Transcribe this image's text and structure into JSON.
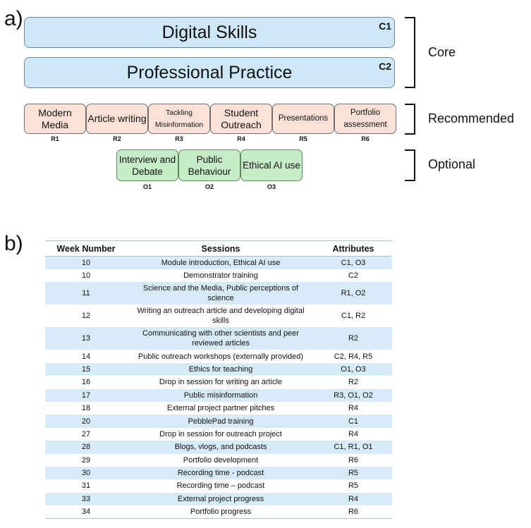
{
  "panel_a": {
    "label": "a)",
    "core": [
      {
        "title": "Digital Skills",
        "code": "C1"
      },
      {
        "title": "Professional Practice",
        "code": "C2"
      }
    ],
    "recommended": [
      {
        "title": "Modern Media",
        "code": "R1"
      },
      {
        "title": "Article writing",
        "code": "R2"
      },
      {
        "title": "Tackling Misinformation",
        "code": "R3"
      },
      {
        "title": "Student Outreach",
        "code": "R4"
      },
      {
        "title": "Presentations",
        "code": "R5"
      },
      {
        "title": "Portfolio assessment",
        "code": "R6"
      }
    ],
    "optional": [
      {
        "title": "Interview and Debate",
        "code": "O1"
      },
      {
        "title": "Public Behaviour",
        "code": "O2"
      },
      {
        "title": "Ethical AI use",
        "code": "O3"
      }
    ],
    "groups": {
      "core": "Core",
      "recommended": "Recommended",
      "optional": "Optional"
    },
    "colors": {
      "core": "#cfe8f7",
      "recommended": "#fbe1d6",
      "optional": "#c5ecc6"
    }
  },
  "panel_b": {
    "label": "b)",
    "headers": {
      "week": "Week Number",
      "sessions": "Sessions",
      "attributes": "Attributes"
    },
    "rows": [
      {
        "week": "10",
        "session": "Module introduction, Ethical AI use",
        "attr": "C1, O3"
      },
      {
        "week": "10",
        "session": "Demonstrator training",
        "attr": "C2"
      },
      {
        "week": "11",
        "session": "Science and the Media, Public perceptions of science",
        "attr": "R1, O2"
      },
      {
        "week": "12",
        "session": "Writing an outreach article and developing digital skills",
        "attr": "C1, R2"
      },
      {
        "week": "13",
        "session": "Communicating with other scientists and peer reviewed articles",
        "attr": "R2"
      },
      {
        "week": "14",
        "session": "Public outreach workshops (externally provided)",
        "attr": "C2, R4, R5"
      },
      {
        "week": "15",
        "session": "Ethics for teaching",
        "attr": "O1, O3"
      },
      {
        "week": "16",
        "session": "Drop in session for writing an article",
        "attr": "R2"
      },
      {
        "week": "17",
        "session": "Public misinformation",
        "attr": "R3, O1, O2"
      },
      {
        "week": "18",
        "session": "External project partner pitches",
        "attr": "R4"
      },
      {
        "week": "20",
        "session": "PebblePad training",
        "attr": "C1"
      },
      {
        "week": "27",
        "session": "Drop in session for outreach project",
        "attr": "R4"
      },
      {
        "week": "28",
        "session": "Blogs, vlogs, and podcasts",
        "attr": "C1, R1, O1"
      },
      {
        "week": "29",
        "session": "Portfolio development",
        "attr": "R6"
      },
      {
        "week": "30",
        "session": "Recording time - podcast",
        "attr": "R5"
      },
      {
        "week": "31",
        "session": "Recording time – podcast",
        "attr": "R5"
      },
      {
        "week": "33",
        "session": "External project progress",
        "attr": "R4"
      },
      {
        "week": "34",
        "session": "Portfolio progress",
        "attr": "R6"
      }
    ]
  }
}
